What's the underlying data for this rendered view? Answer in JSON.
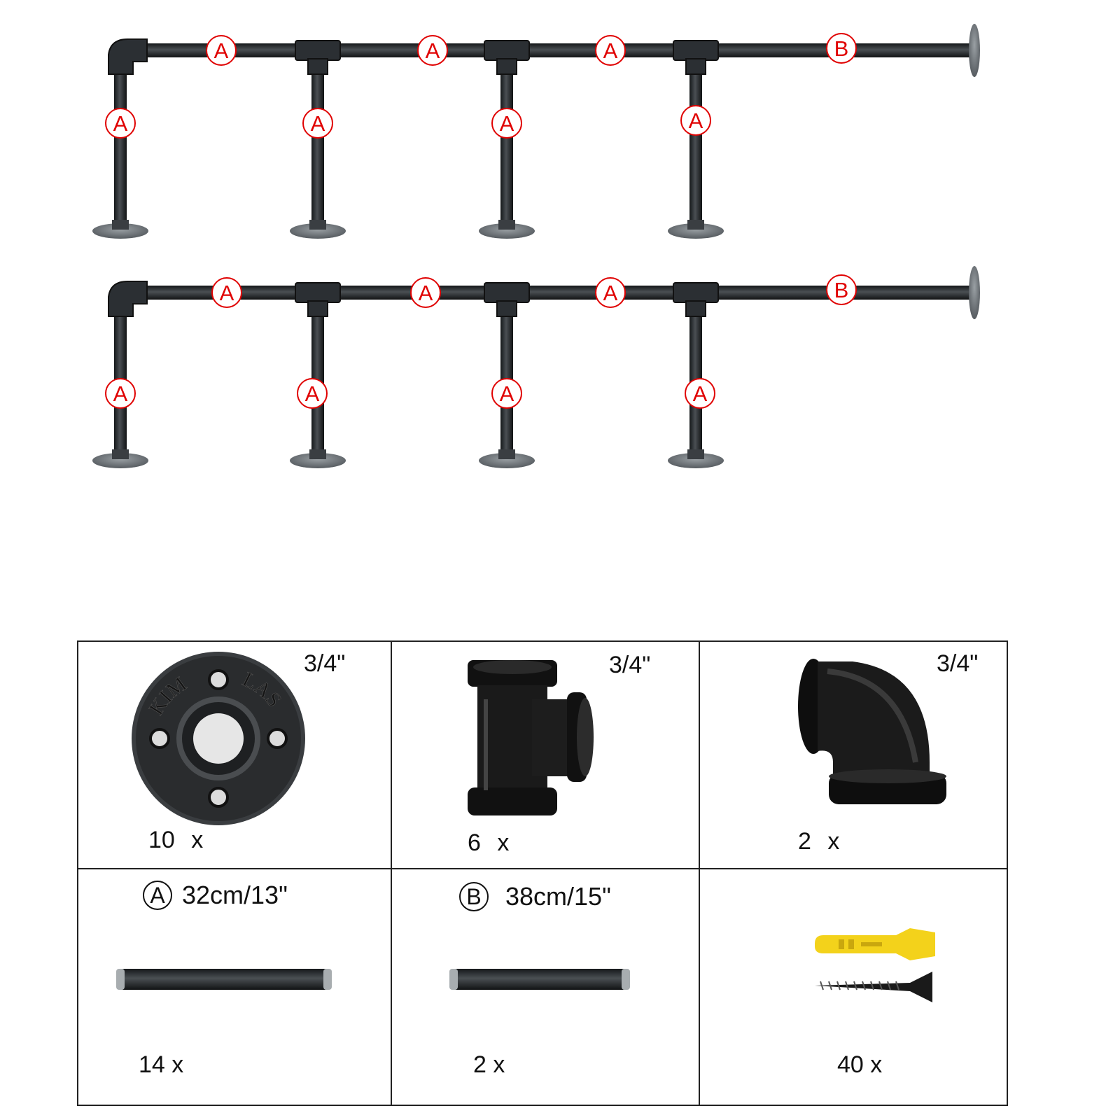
{
  "assembly": {
    "rows": [
      {
        "labels": [
          "A",
          "A",
          "A",
          "B",
          "A",
          "A",
          "A",
          "A"
        ]
      },
      {
        "labels": [
          "A",
          "A",
          "A",
          "B",
          "A",
          "A",
          "A",
          "A"
        ]
      }
    ]
  },
  "parts": [
    {
      "id": "flange",
      "size": "3/4\"",
      "qty": "10",
      "qty_suffix": "x",
      "icon": "floor-flange",
      "flange_text": [
        "KIM",
        "LAS"
      ]
    },
    {
      "id": "tee",
      "size": "3/4\"",
      "qty": "6",
      "qty_suffix": "x",
      "icon": "tee-fitting"
    },
    {
      "id": "elbow",
      "size": "3/4\"",
      "qty": "2",
      "qty_suffix": "x",
      "icon": "elbow-fitting"
    },
    {
      "id": "pipe-a",
      "letter": "A",
      "length": "32cm/13\"",
      "qty": "14",
      "qty_suffix": "x",
      "icon": "pipe"
    },
    {
      "id": "pipe-b",
      "letter": "B",
      "length": "38cm/15\"",
      "qty": "2",
      "qty_suffix": "x",
      "icon": "pipe"
    },
    {
      "id": "anchors",
      "qty": "40",
      "qty_suffix": "x",
      "icon": "wall-anchor-and-screw"
    }
  ],
  "colors": {
    "label_red": "#e00000",
    "pipe": "#2a2d30",
    "flange": "#6d7378",
    "anchor": "#f3d21b"
  }
}
